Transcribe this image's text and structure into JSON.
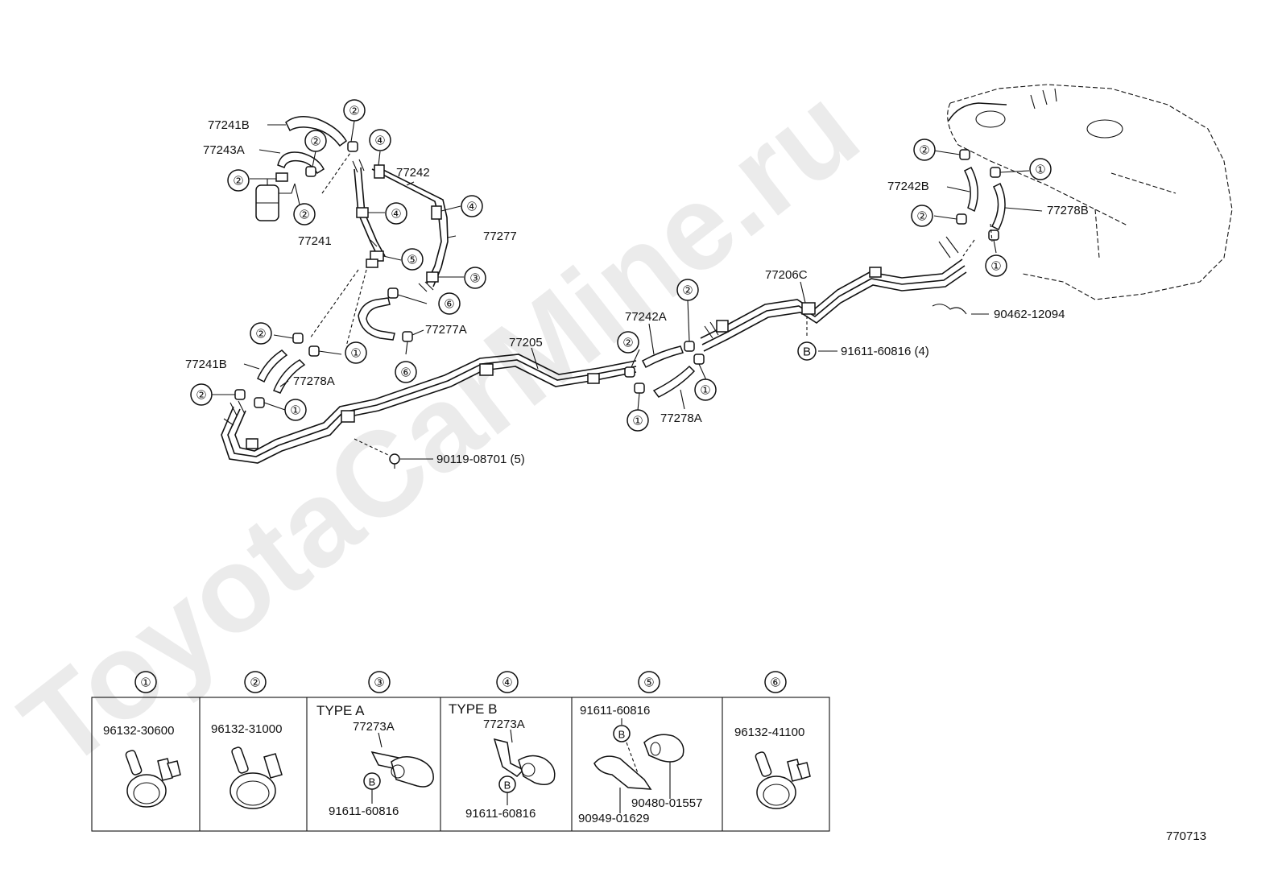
{
  "diagram": {
    "part_labels": [
      "77241B",
      "77243A",
      "77242",
      "77277",
      "77241",
      "77277A",
      "77241B",
      "77278A",
      "90119-08701 (5)",
      "77205",
      "77242A",
      "77278A",
      "77206C",
      "91611-60816 (4)",
      "90462-12094",
      "77242B",
      "77278B"
    ],
    "callouts": [
      "①",
      "②",
      "③",
      "④",
      "⑤",
      "⑥"
    ],
    "bolt_marker": "B",
    "legend": {
      "panels": [
        {
          "callout": "①",
          "parts": [
            "96132-30600"
          ],
          "type_label": ""
        },
        {
          "callout": "②",
          "parts": [
            "96132-31000"
          ],
          "type_label": ""
        },
        {
          "callout": "③",
          "parts": [
            "77273A",
            "91611-60816"
          ],
          "type_label": "TYPE A"
        },
        {
          "callout": "④",
          "parts": [
            "77273A",
            "91611-60816"
          ],
          "type_label": "TYPE B"
        },
        {
          "callout": "⑤",
          "parts": [
            "91611-60816",
            "90480-01557",
            "90949-01629"
          ],
          "type_label": ""
        },
        {
          "callout": "⑥",
          "parts": [
            "96132-41100"
          ],
          "type_label": ""
        }
      ]
    },
    "figure_number": "770713",
    "watermark": "ToyotaCarMine.ru"
  }
}
